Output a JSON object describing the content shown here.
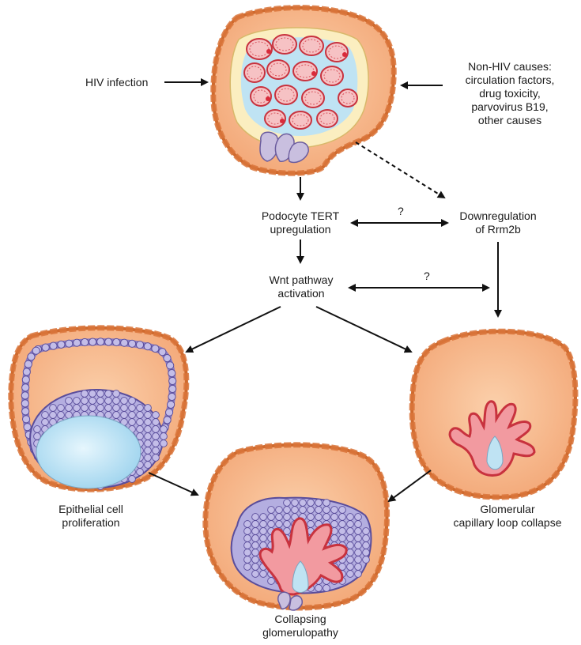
{
  "nodes": {
    "hiv": "HIV infection",
    "non_hiv": [
      "Non-HIV causes:",
      "circulation factors,",
      "drug toxicity,",
      "parvovirus B19,",
      "other causes"
    ],
    "tert": [
      "Podocyte TERT",
      "upregulation"
    ],
    "rrm2b": [
      "Downregulation",
      "of Rrm2b"
    ],
    "wnt": [
      "Wnt pathway",
      "activation"
    ],
    "epithelial": [
      "Epithelial cell",
      "proliferation"
    ],
    "capillary": [
      "Glomerular",
      "capillary loop collapse"
    ],
    "collapsing": [
      "Collapsing",
      "glomerulopathy"
    ]
  },
  "question_marks": {
    "tert_rrm2b": "?",
    "wnt_rrm2b": "?"
  },
  "colors": {
    "capsule": "#f6b98a",
    "capsule_border": "#cf6a2e",
    "capsule_cell": "#e27f3f",
    "capillary_fill": "#f1a0a4",
    "capillary_border": "#c8323e",
    "lumen": "#bfe3f3",
    "podocyte": "#b4aee0",
    "podocyte_border": "#5a4d9b",
    "arrow": "#111111"
  }
}
